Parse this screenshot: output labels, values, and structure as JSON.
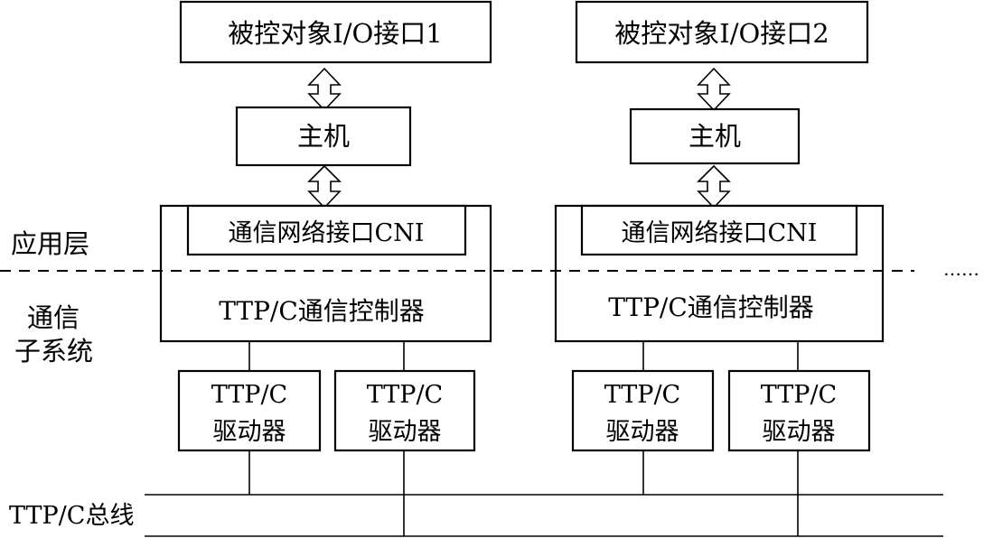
{
  "nodes": {
    "object_io_1": "被控对象I/O接口1",
    "object_io_2": "被控对象I/O接口2",
    "host_1": "主机",
    "host_2": "主机",
    "cni_1": "通信网络接口CNI",
    "cni_2": "通信网络接口CNI",
    "controller_1": "TTP/C通信控制器",
    "controller_2": "TTP/C通信控制器",
    "driver_1a": [
      "TTP/C",
      "驱动器"
    ],
    "driver_1b": [
      "TTP/C",
      "驱动器"
    ],
    "driver_2a": [
      "TTP/C",
      "驱动器"
    ],
    "driver_2b": [
      "TTP/C",
      "驱动器"
    ]
  },
  "labels": {
    "application_layer": "应用层",
    "comm_subsystem": [
      "通信",
      "子系统"
    ],
    "bus": "TTP/C总线",
    "ellipsis": "……"
  },
  "colors": {
    "stroke": "#000000",
    "fill": "#ffffff"
  }
}
